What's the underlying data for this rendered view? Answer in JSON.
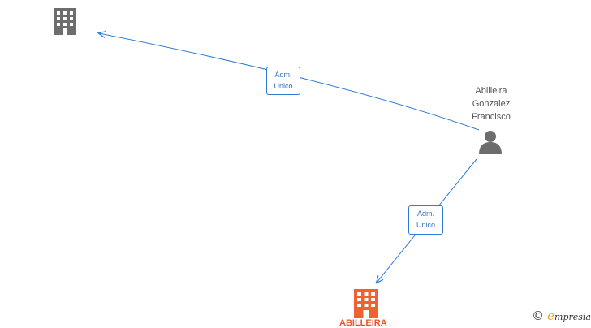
{
  "nodes": {
    "person": {
      "name": "Abilleira\nGonzalez\nFrancisco"
    },
    "company_bottom": {
      "name": "ABILLEIRA"
    }
  },
  "edges": [
    {
      "label_line1": "Adm.",
      "label_line2": "Unico"
    },
    {
      "label_line1": "Adm.",
      "label_line2": "Unico"
    }
  ],
  "colors": {
    "edge": "#2f7bd6",
    "company_grey": "#6d6d6d",
    "company_highlight": "#f0622e",
    "person": "#6d6d6d"
  },
  "watermark": {
    "copyright": "©",
    "brand_initial": "e",
    "brand_rest": "mpresia"
  }
}
